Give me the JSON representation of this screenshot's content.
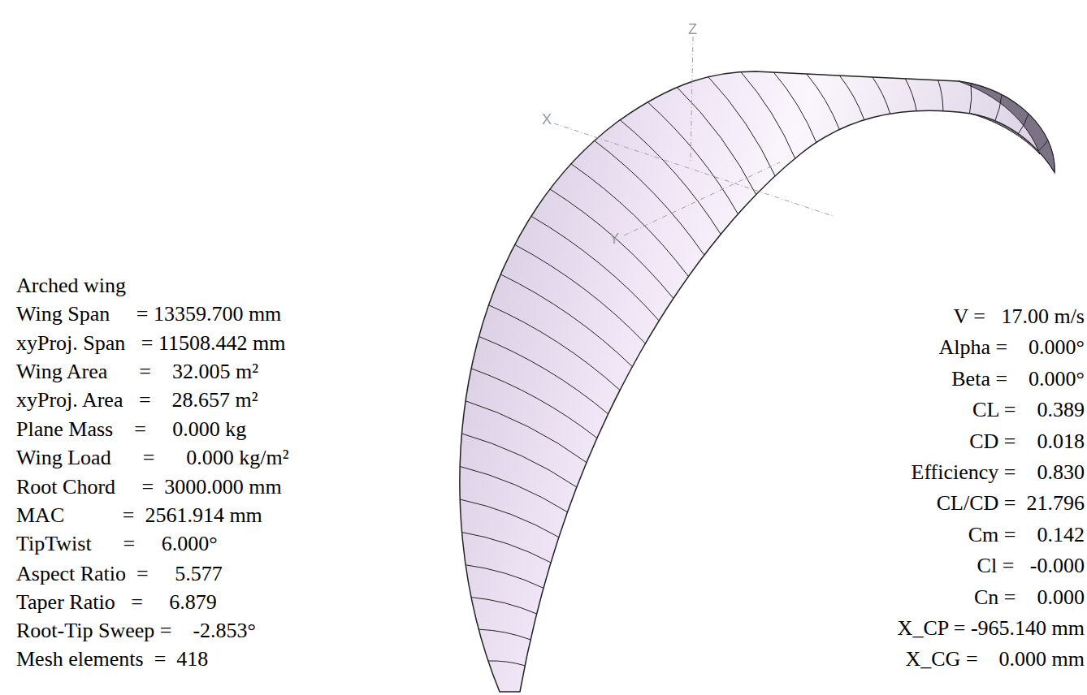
{
  "diagram": {
    "labels": [
      "Arched wing",
      "Wing Span     = 13359.700 mm",
      "xyProj. Span   = 11508.442 mm",
      "Wing Area      =    32.005 m²",
      "xyProj. Area   =    28.657 m²",
      "Plane Mass    =     0.000 kg",
      "Wing Load      =      0.000 kg/m²",
      "Root Chord     =  3000.000 mm",
      "MAC           =  2561.914 mm",
      "TipTwist      =     6.000°",
      "Aspect Ratio  =     5.577",
      "Taper Ratio   =     6.879",
      "Root-Tip Sweep =    -2.853°",
      "Mesh elements  =  418",
      "V =   17.00 m/s",
      "Alpha =    0.000°",
      "Beta =    0.000°",
      "CL =    0.389",
      "CD =    0.018",
      "Efficiency =    0.830",
      "CL/CD =  21.796",
      "Cm =    0.142",
      "Cl =   -0.000",
      "Cn =    0.000",
      "X_CP = -965.140 mm",
      "X_CG =    0.000 mm",
      "Z",
      "X",
      "Y"
    ]
  }
}
